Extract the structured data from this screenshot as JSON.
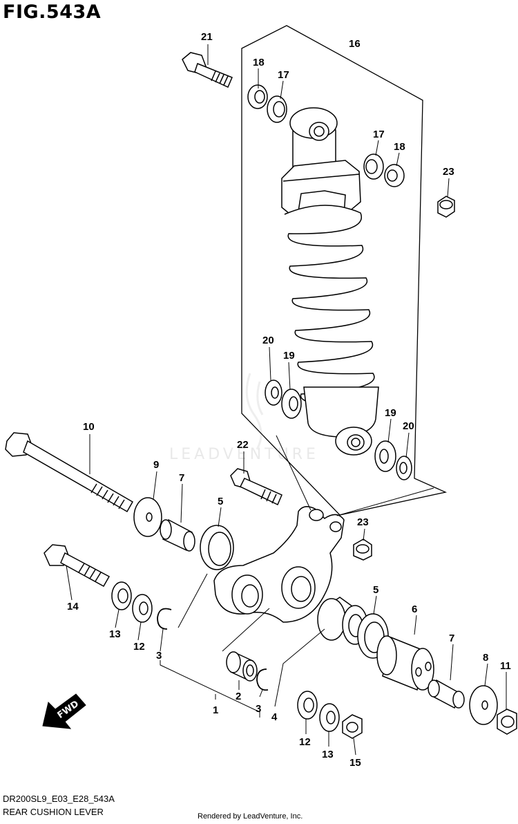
{
  "figure": {
    "title": "FIG.543A",
    "code": "DR200SL9_E03_E28_543A",
    "name": "REAR CUSHION LEVER",
    "credit": "Rendered by LeadVenture, Inc.",
    "watermark": "LEADVENTURE",
    "fwd_label": "FWD"
  },
  "callouts": {
    "c1": "1",
    "c2": "2",
    "c3a": "3",
    "c3b": "3",
    "c4": "4",
    "c5a": "5",
    "c5b": "5",
    "c6": "6",
    "c7a": "7",
    "c7b": "7",
    "c8": "8",
    "c9": "9",
    "c10": "10",
    "c11": "11",
    "c12a": "12",
    "c12b": "12",
    "c13a": "13",
    "c13b": "13",
    "c14": "14",
    "c15": "15",
    "c16": "16",
    "c17a": "17",
    "c17b": "17",
    "c18a": "18",
    "c18b": "18",
    "c19a": "19",
    "c19b": "19",
    "c20a": "20",
    "c20b": "20",
    "c21": "21",
    "c22": "22",
    "c23a": "23",
    "c23b": "23"
  }
}
